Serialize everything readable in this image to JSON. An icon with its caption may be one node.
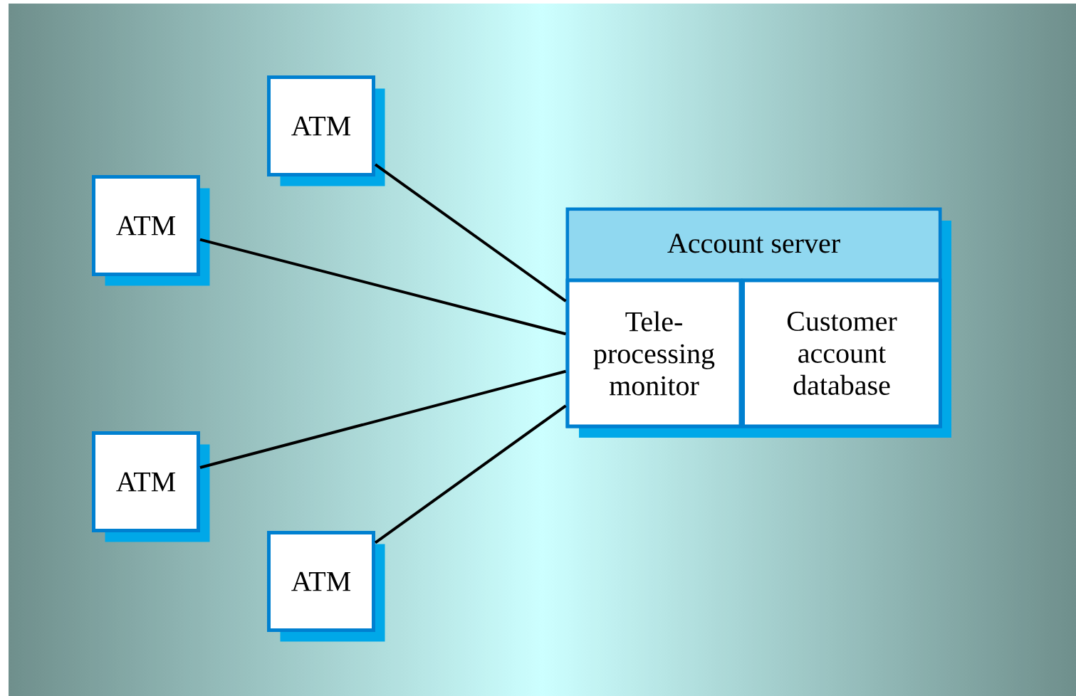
{
  "diagram": {
    "nodes": [
      {
        "text": [
          "ATM"
        ]
      },
      {
        "text": [
          "ATM"
        ]
      },
      {
        "text": [
          "ATM"
        ]
      },
      {
        "text": [
          "ATM"
        ]
      },
      {
        "text": [
          "Account server"
        ]
      },
      {
        "text": [
          "Tele-processing monitor"
        ],
        "in": 4
      },
      {
        "text": [
          "Customer account database"
        ],
        "in": 4
      }
    ],
    "edges": [
      {
        "from": 0,
        "to": 5,
        "arrow": "none"
      },
      {
        "from": 1,
        "to": 5,
        "arrow": "none"
      },
      {
        "from": 2,
        "to": 5,
        "arrow": "none"
      },
      {
        "from": 3,
        "to": 5,
        "arrow": "none"
      }
    ]
  }
}
